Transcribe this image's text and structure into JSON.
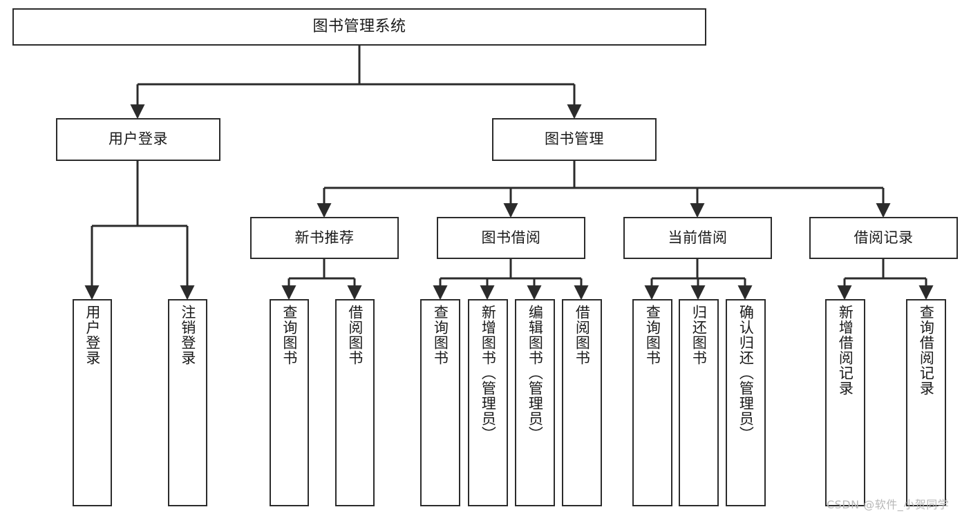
{
  "diagram": {
    "title": "图书管理系统",
    "type": "tree-hierarchy-diagram",
    "colors": {
      "box_border": "#2b2b2b",
      "box_fill": "#ffffff",
      "connector": "#2b2b2b",
      "text": "#1a1a1a",
      "watermark": "#b8b8b8",
      "background": "#ffffff"
    },
    "root": {
      "label": "图书管理系统"
    },
    "level2": [
      {
        "label": "用户登录"
      },
      {
        "label": "图书管理"
      }
    ],
    "level3": [
      {
        "label": "新书推荐"
      },
      {
        "label": "图书借阅"
      },
      {
        "label": "当前借阅"
      },
      {
        "label": "借阅记录"
      }
    ],
    "leaves": {
      "user_login": [
        {
          "label": "用户登录"
        },
        {
          "label": "注销登录"
        }
      ],
      "new_book_recommend": [
        {
          "label": "查询图书"
        },
        {
          "label": "借阅图书"
        }
      ],
      "book_borrow": [
        {
          "label": "查询图书"
        },
        {
          "label": "新增图书（管理员）"
        },
        {
          "label": "编辑图书（管理员）"
        },
        {
          "label": "借阅图书"
        }
      ],
      "current_borrow": [
        {
          "label": "查询图书"
        },
        {
          "label": "归还图书"
        },
        {
          "label": "确认归还（管理员）"
        }
      ],
      "borrow_records": [
        {
          "label": "新增借阅记录"
        },
        {
          "label": "查询借阅记录"
        }
      ]
    },
    "watermark": "CSDN @软件_小贺同学"
  }
}
